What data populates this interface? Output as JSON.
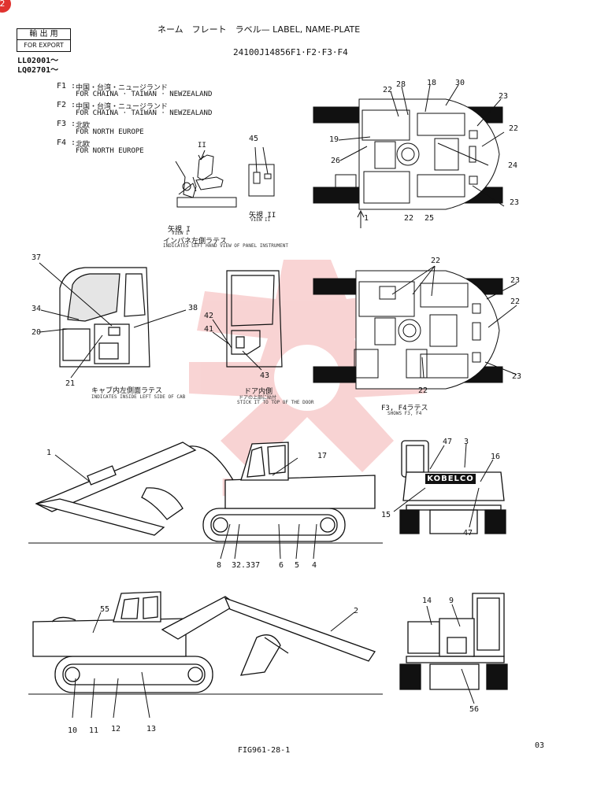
{
  "badge": "2",
  "export_box": {
    "line1": "輸 出 用",
    "line2": "FOR EXPORT"
  },
  "serials": [
    "LL02001〜",
    "LQ02701〜"
  ],
  "title": "ネーム　フレート　ラベル— LABEL, NAME-PLATE",
  "part_number": "24100J14856F1·F2·F3·F4",
  "variants": [
    {
      "code": "F1 :",
      "jp": "中国・台湾・ニュージランド",
      "en": "FOR CHAINA · TAIWAN · NEWZEALAND"
    },
    {
      "code": "F2 :",
      "jp": "中国・台湾・ニュージランド",
      "en": "FOR CHAINA · TAIWAN · NEWZEALAND"
    },
    {
      "code": "F3 :",
      "jp": "北欧",
      "en": "FOR NORTH EUROPE"
    },
    {
      "code": "F4 :",
      "jp": "北欧",
      "en": "FOR NORTH EUROPE"
    }
  ],
  "view_labels": {
    "view_i": [
      "矢視 I",
      "VIEW I",
      "インパネ左側ラテス",
      "INDICATES LEFT HAND VIEW OF PANEL INSTRUMENT"
    ],
    "view_ii": [
      "矢視 II",
      "VIEW II"
    ],
    "cab_inner": [
      "キャブ内左側面ラテス",
      "INDICATES INSIDE LEFT SIDE OF CAB"
    ],
    "door_inner": [
      "ドア内側",
      "ドアの上部に貼付",
      "STICK IT TO TOP OF THE DOOR"
    ],
    "f3f4": [
      "F3, F4ラテス",
      "SHOWS F3, F4"
    ]
  },
  "brand": "KOBELCO",
  "figure_id": "FIG961-28-1",
  "page": "03",
  "callouts": {
    "top_plan": [
      "22",
      "28",
      "18",
      "30",
      "23",
      "19",
      "26",
      "22",
      "24",
      "23",
      "22",
      "25",
      "1"
    ],
    "view_ii": [
      "45"
    ],
    "view_i_arrow": [
      "II"
    ],
    "cab": [
      "37",
      "34",
      "20",
      "38",
      "21"
    ],
    "door": [
      "42",
      "41",
      "43"
    ],
    "mid_plan": [
      "22",
      "23",
      "22",
      "23",
      "22"
    ],
    "side_left": [
      "1",
      "17",
      "8",
      "32.337",
      "6",
      "5",
      "4"
    ],
    "rear_top": [
      "47",
      "3",
      "16",
      "15",
      "47"
    ],
    "side_right": [
      "55",
      "2",
      "10",
      "11",
      "12",
      "13"
    ],
    "front_bottom": [
      "14",
      "9",
      "56"
    ]
  },
  "colors": {
    "ink": "#111111",
    "badge": "#e0332f",
    "watermark": "#e23c3c"
  }
}
